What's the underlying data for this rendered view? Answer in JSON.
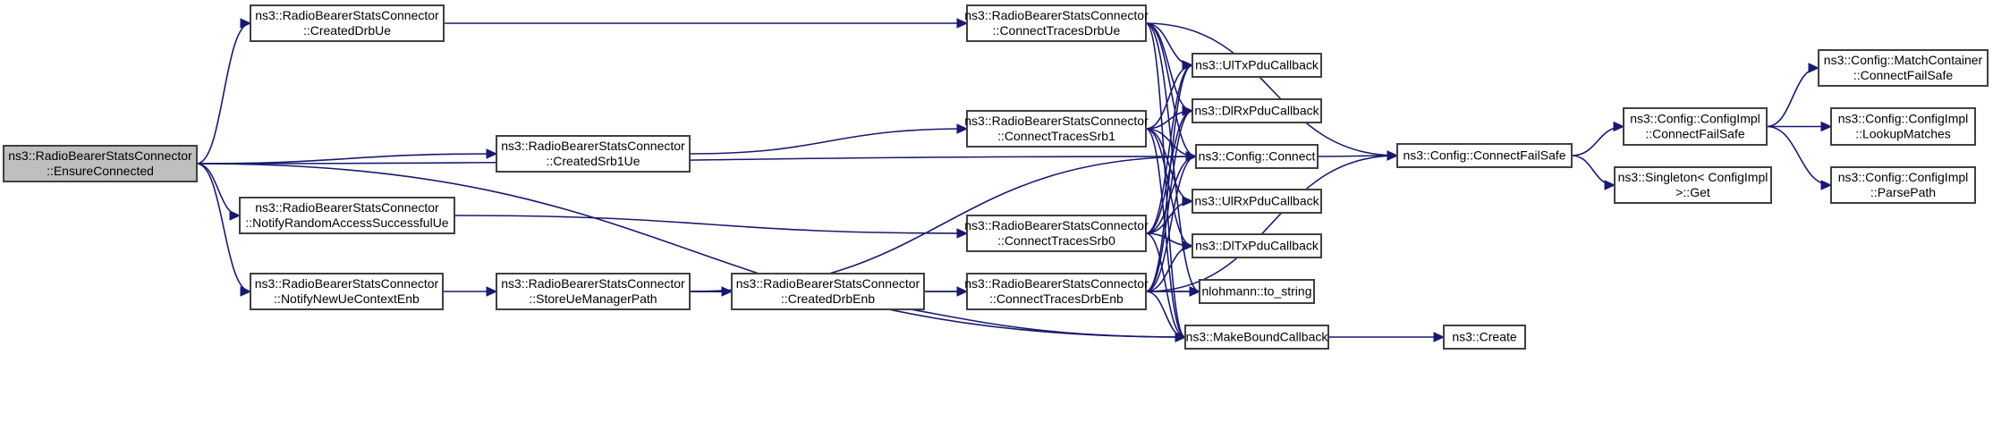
{
  "title": "Call graph of ns3::RadioBearerStatsConnector::EnsureConnected",
  "colors": {
    "edge": "#191970",
    "root_fill": "#bfbfbf",
    "node_fill": "#ffffff",
    "node_border": "#404040"
  },
  "nodes": [
    {
      "id": "ensure",
      "lines": [
        "ns3::RadioBearerStatsConnector",
        "::EnsureConnected"
      ],
      "root": true
    },
    {
      "id": "createdDrbUe",
      "lines": [
        "ns3::RadioBearerStatsConnector",
        "::CreatedDrbUe"
      ]
    },
    {
      "id": "createdSrb1Ue",
      "lines": [
        "ns3::RadioBearerStatsConnector",
        "::CreatedSrb1Ue"
      ]
    },
    {
      "id": "notifyRA",
      "lines": [
        "ns3::RadioBearerStatsConnector",
        "::NotifyRandomAccessSuccessfulUe"
      ]
    },
    {
      "id": "notifyNewUe",
      "lines": [
        "ns3::RadioBearerStatsConnector",
        "::NotifyNewUeContextEnb"
      ]
    },
    {
      "id": "storeUe",
      "lines": [
        "ns3::RadioBearerStatsConnector",
        "::StoreUeManagerPath"
      ]
    },
    {
      "id": "createdDrbEnb",
      "lines": [
        "ns3::RadioBearerStatsConnector",
        "::CreatedDrbEnb"
      ]
    },
    {
      "id": "ctDrbUe",
      "lines": [
        "ns3::RadioBearerStatsConnector",
        "::ConnectTracesDrbUe"
      ]
    },
    {
      "id": "ctSrb1",
      "lines": [
        "ns3::RadioBearerStatsConnector",
        "::ConnectTracesSrb1"
      ]
    },
    {
      "id": "ctSrb0",
      "lines": [
        "ns3::RadioBearerStatsConnector",
        "::ConnectTracesSrb0"
      ]
    },
    {
      "id": "ctDrbEnb",
      "lines": [
        "ns3::RadioBearerStatsConnector",
        "::ConnectTracesDrbEnb"
      ]
    },
    {
      "id": "ulTx",
      "lines": [
        "ns3::UlTxPduCallback"
      ]
    },
    {
      "id": "dlRx",
      "lines": [
        "ns3::DlRxPduCallback"
      ]
    },
    {
      "id": "cfgConnect",
      "lines": [
        "ns3::Config::Connect"
      ]
    },
    {
      "id": "ulRx",
      "lines": [
        "ns3::UlRxPduCallback"
      ]
    },
    {
      "id": "dlTx",
      "lines": [
        "ns3::DlTxPduCallback"
      ]
    },
    {
      "id": "toString",
      "lines": [
        "nlohmann::to_string"
      ]
    },
    {
      "id": "makeBound",
      "lines": [
        "ns3::MakeBoundCallback"
      ]
    },
    {
      "id": "cfgCFS",
      "lines": [
        "ns3::Config::ConnectFailSafe"
      ]
    },
    {
      "id": "create",
      "lines": [
        "ns3::Create"
      ]
    },
    {
      "id": "implCFS",
      "lines": [
        "ns3::Config::ConfigImpl",
        "::ConnectFailSafe"
      ]
    },
    {
      "id": "singleton",
      "lines": [
        "ns3::Singleton< ConfigImpl",
        ">::Get"
      ]
    },
    {
      "id": "matchCFS",
      "lines": [
        "ns3::Config::MatchContainer",
        "::ConnectFailSafe"
      ]
    },
    {
      "id": "lookup",
      "lines": [
        "ns3::Config::ConfigImpl",
        "::LookupMatches"
      ]
    },
    {
      "id": "parse",
      "lines": [
        "ns3::Config::ConfigImpl",
        "::ParsePath"
      ]
    }
  ],
  "edges": [
    [
      "ensure",
      "createdDrbUe"
    ],
    [
      "ensure",
      "createdSrb1Ue"
    ],
    [
      "ensure",
      "notifyRA"
    ],
    [
      "ensure",
      "notifyNewUe"
    ],
    [
      "ensure",
      "cfgConnect"
    ],
    [
      "ensure",
      "makeBound"
    ],
    [
      "createdDrbUe",
      "ctDrbUe"
    ],
    [
      "createdSrb1Ue",
      "ctSrb1"
    ],
    [
      "notifyRA",
      "ctSrb0"
    ],
    [
      "notifyNewUe",
      "storeUe"
    ],
    [
      "storeUe",
      "createdDrbEnb"
    ],
    [
      "storeUe",
      "cfgConnect"
    ],
    [
      "storeUe",
      "toString"
    ],
    [
      "storeUe",
      "makeBound"
    ],
    [
      "createdDrbEnb",
      "ctDrbEnb"
    ],
    [
      "ctDrbUe",
      "cfgCFS"
    ],
    [
      "ctDrbUe",
      "ulTx"
    ],
    [
      "ctDrbUe",
      "dlRx"
    ],
    [
      "ctDrbUe",
      "cfgConnect"
    ],
    [
      "ctDrbUe",
      "toString"
    ],
    [
      "ctDrbUe",
      "makeBound"
    ],
    [
      "ctSrb1",
      "ulTx"
    ],
    [
      "ctSrb1",
      "dlRx"
    ],
    [
      "ctSrb1",
      "cfgConnect"
    ],
    [
      "ctSrb1",
      "ulRx"
    ],
    [
      "ctSrb1",
      "dlTx"
    ],
    [
      "ctSrb1",
      "makeBound"
    ],
    [
      "ctSrb0",
      "ulTx"
    ],
    [
      "ctSrb0",
      "dlRx"
    ],
    [
      "ctSrb0",
      "cfgConnect"
    ],
    [
      "ctSrb0",
      "ulRx"
    ],
    [
      "ctSrb0",
      "dlTx"
    ],
    [
      "ctSrb0",
      "makeBound"
    ],
    [
      "ctDrbEnb",
      "ulTx"
    ],
    [
      "ctDrbEnb",
      "dlRx"
    ],
    [
      "ctDrbEnb",
      "cfgConnect"
    ],
    [
      "ctDrbEnb",
      "dlTx"
    ],
    [
      "ctDrbEnb",
      "toString"
    ],
    [
      "ctDrbEnb",
      "makeBound"
    ],
    [
      "ctDrbEnb",
      "cfgCFS"
    ],
    [
      "cfgConnect",
      "cfgCFS"
    ],
    [
      "makeBound",
      "create"
    ],
    [
      "cfgCFS",
      "implCFS"
    ],
    [
      "cfgCFS",
      "singleton"
    ],
    [
      "implCFS",
      "matchCFS"
    ],
    [
      "implCFS",
      "lookup"
    ],
    [
      "implCFS",
      "parse"
    ]
  ]
}
